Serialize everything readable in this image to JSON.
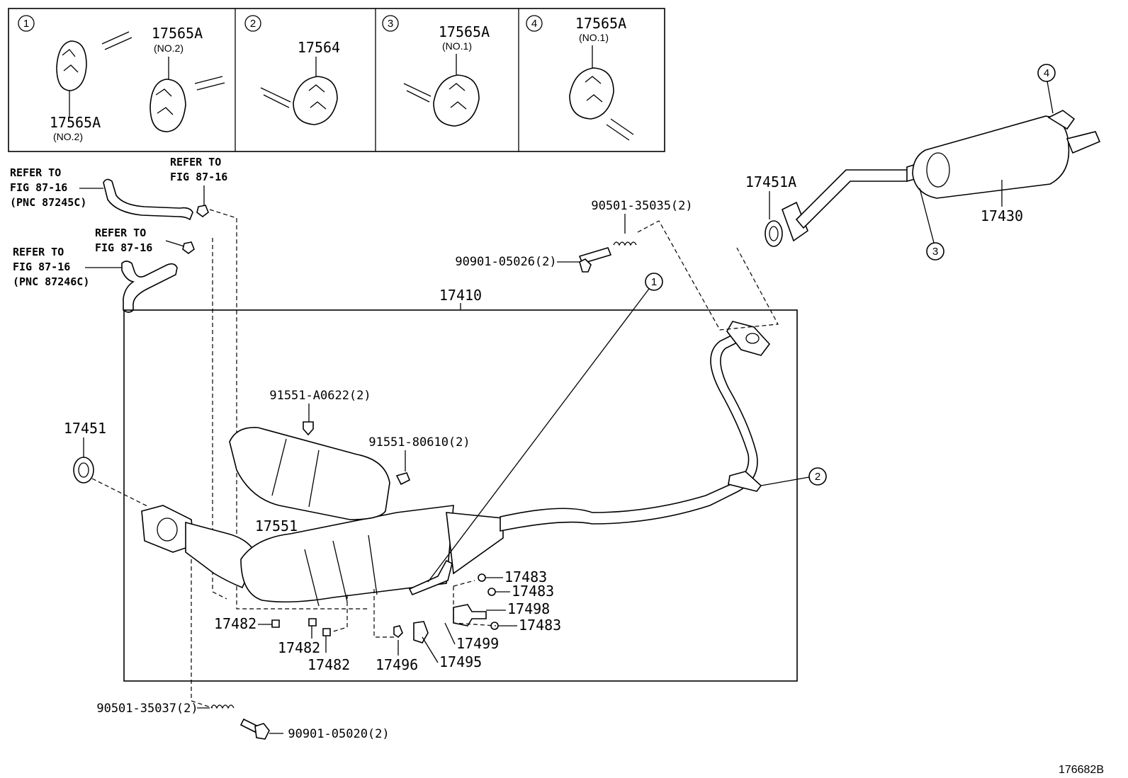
{
  "diagram_id": "176682B",
  "boxes": [
    {
      "num": "1",
      "top_label": "17565A",
      "top_sub": "(NO.2)",
      "bottom_label": "17565A",
      "bottom_sub": "(NO.2)"
    },
    {
      "num": "2",
      "label": "17564"
    },
    {
      "num": "3",
      "label": "17565A",
      "sub": "(NO.1)"
    },
    {
      "num": "4",
      "label": "17565A",
      "sub": "(NO.1)"
    }
  ],
  "refs": {
    "r1": [
      "REFER TO",
      "FIG 87-16",
      "(PNC 87245C)"
    ],
    "r2": [
      "REFER TO",
      "FIG 87-16"
    ],
    "r3": [
      "REFER TO",
      "FIG 87-16"
    ],
    "r4": [
      "REFER TO",
      "FIG 87-16",
      "(PNC 87246C)"
    ]
  },
  "parts": {
    "p17410": "17410",
    "p17451": "17451",
    "p17451A": "17451A",
    "p17430": "17430",
    "p17551": "17551",
    "p91551_A0622": "91551-A0622(2)",
    "p91551_80610": "91551-80610(2)",
    "p90501_35035": "90501-35035(2)",
    "p90901_05026": "90901-05026(2)",
    "p90501_35037": "90501-35037(2)",
    "p90901_05020": "90901-05020(2)",
    "p17483a": "17483",
    "p17483b": "17483",
    "p17483c": "17483",
    "p17498": "17498",
    "p17499": "17499",
    "p17495": "17495",
    "p17496": "17496",
    "p17482a": "17482",
    "p17482b": "17482",
    "p17482c": "17482"
  },
  "callouts": [
    "1",
    "2",
    "3",
    "4"
  ]
}
